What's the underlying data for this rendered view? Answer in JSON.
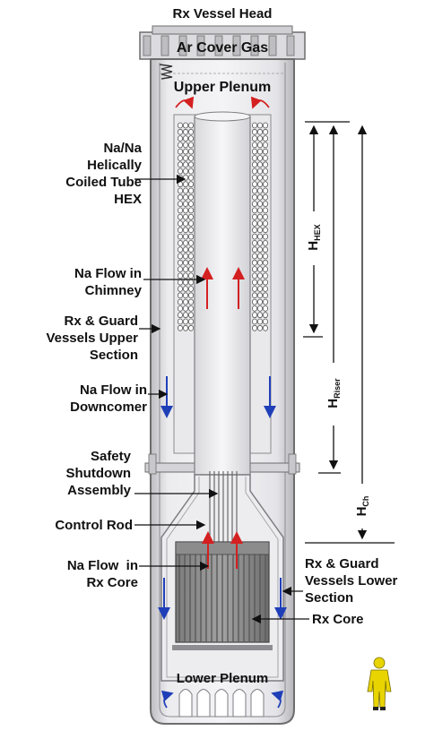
{
  "labels": {
    "vessel_head": "Rx Vessel Head",
    "cover_gas": "Ar Cover Gas",
    "upper_plenum": "Upper Plenum",
    "hex": [
      "Na/Na",
      "Helically",
      "Coiled Tube",
      "HEX"
    ],
    "chimney_flow": [
      "Na Flow in",
      "Chimney"
    ],
    "upper_section": [
      "Rx & Guard",
      "Vessels Upper",
      "Section"
    ],
    "downcomer_flow": [
      "Na Flow in",
      "Downcomer"
    ],
    "ssa": [
      "Safety",
      "Shutdown",
      "Assembly"
    ],
    "control_rod": "Control Rod",
    "core_flow": [
      "Na Flow  in",
      "Rx Core"
    ],
    "lower_section": [
      "Rx & Guard",
      "Vessels Lower",
      "Section"
    ],
    "rx_core": "Rx Core",
    "lower_plenum": "Lower Plenum"
  },
  "dimensions": {
    "hex": {
      "symbol": "H",
      "subscript": "HEX"
    },
    "riser": {
      "symbol": "H",
      "subscript": "Riser"
    },
    "chimney": {
      "symbol": "H",
      "subscript": "Ch"
    }
  },
  "colors": {
    "vessel_fill": "#e7e7ea",
    "vessel_stroke": "#6d6d6d",
    "riser_flow": "#d42020",
    "downcomer_flow": "#1f3fb8",
    "core_rods": "#5a5a5a",
    "figure_suit": "#e8d400"
  },
  "icons": [
    "spring-icon",
    "recirculation-arrow-icon",
    "human-figure-icon"
  ]
}
